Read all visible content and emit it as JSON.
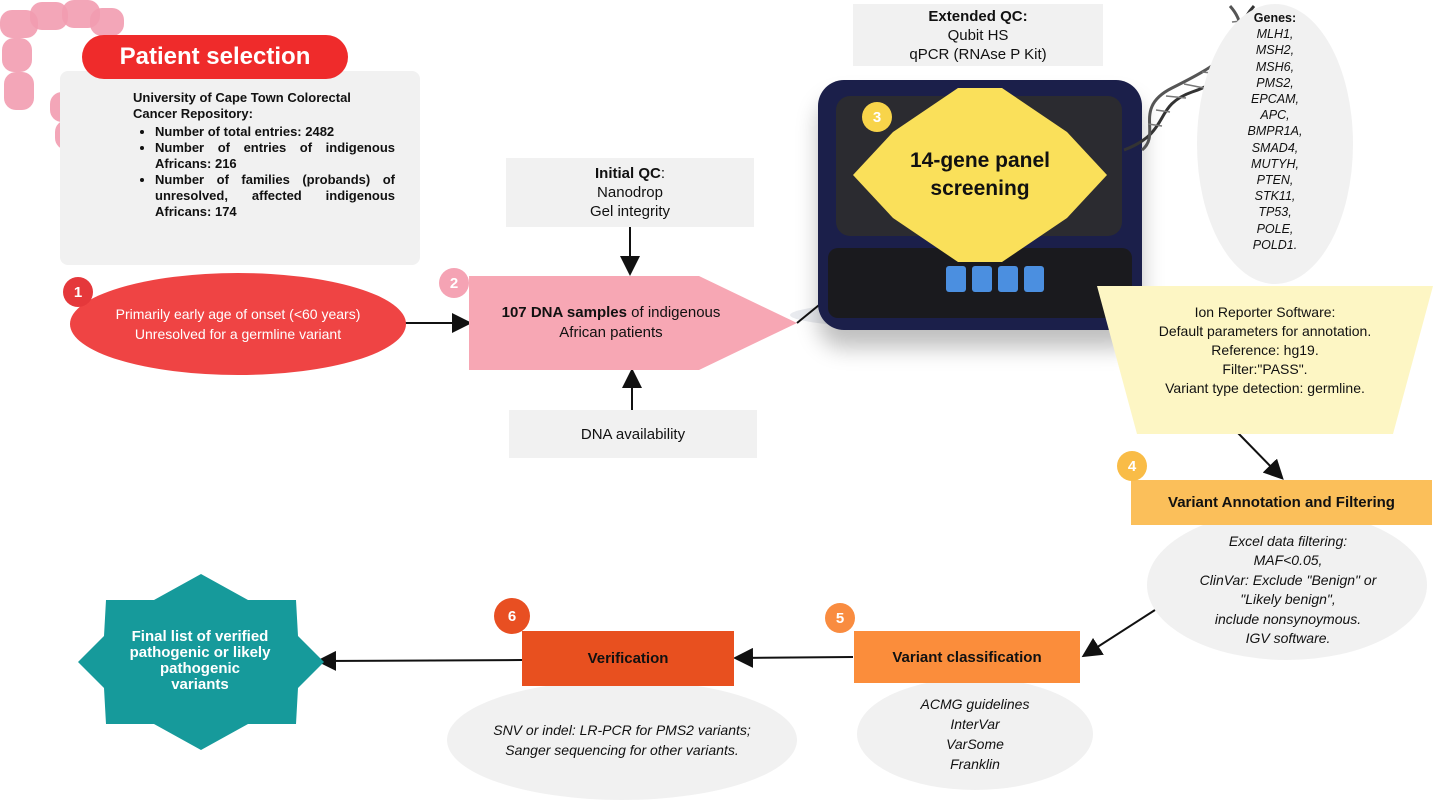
{
  "patient_selection": {
    "title": "Patient selection",
    "repository_title": "University of Cape Town Colorectal Cancer Repository:",
    "bullets": [
      "Number of total entries: 2482",
      "Number of entries of indigenous Africans: 216",
      "Number of families (probands) of unresolved, affected indigenous Africans: 174"
    ]
  },
  "steps": {
    "s1": {
      "number": "1",
      "line1": "Primarily early age of onset (<60 years)",
      "line2": "Unresolved for a germline variant"
    },
    "s2": {
      "number": "2",
      "bold": "107 DNA samples",
      "rest": " of indigenous",
      "line2": "African patients"
    },
    "s3": {
      "number": "3",
      "label_line1": "14-gene panel",
      "label_line2": "screening"
    },
    "s4": {
      "number": "4",
      "label": "Variant Annotation and Filtering"
    },
    "s5": {
      "number": "5",
      "label": "Variant classification"
    },
    "s6": {
      "number": "6",
      "label": "Verification"
    }
  },
  "initial_qc": {
    "title": "Initial QC",
    "colon": ":",
    "items": [
      "Nanodrop",
      "Gel integrity"
    ]
  },
  "dna_availability": "DNA availability",
  "extended_qc": {
    "title": "Extended QC:",
    "items": [
      "Qubit HS",
      "qPCR (RNAse P Kit)"
    ]
  },
  "genes": {
    "title": "Genes:",
    "list": [
      "MLH1,",
      "MSH2,",
      "MSH6,",
      "PMS2,",
      "EPCAM,",
      "APC,",
      "BMPR1A,",
      "SMAD4,",
      "MUTYH,",
      "PTEN,",
      "STK11,",
      "TP53,",
      "POLE,",
      "POLD1."
    ]
  },
  "ion_reporter": {
    "lines": [
      "Ion Reporter Software:",
      "Default parameters for annotation.",
      "Reference: hg19.",
      "Filter:\"PASS\".",
      "Variant type detection: germline."
    ]
  },
  "excel_filtering": {
    "lines": [
      "Excel data filtering:",
      "MAF<0.05,",
      "ClinVar: Exclude \"Benign\" or",
      "\"Likely benign\",",
      "include nonsynoymous.",
      "IGV software."
    ]
  },
  "classification_tools": {
    "lines": [
      "ACMG guidelines",
      "InterVar",
      "VarSome",
      "Franklin"
    ]
  },
  "verification_methods": {
    "lines": [
      "SNV or indel: LR-PCR for PMS2 variants;",
      "Sanger sequencing for other variants."
    ]
  },
  "final": {
    "lines": [
      "Final list of verified",
      "pathogenic or likely",
      "pathogenic",
      "variants"
    ]
  },
  "colors": {
    "red": "#ef3a3a",
    "pink": "#f7a7b4",
    "yellow": "#fae05a",
    "light_yellow": "#fdf6c4",
    "amber": "#fbbf5a",
    "orange": "#fb8d3b",
    "dark_orange": "#e8501f",
    "teal": "#169a9b",
    "gray_box": "#f1f1f1"
  }
}
